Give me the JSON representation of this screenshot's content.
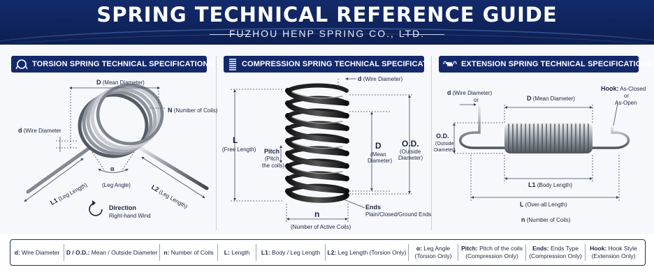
{
  "header": {
    "title": "SPRING TECHNICAL REFERENCE GUIDE",
    "subtitle": "FUZHOU HENP SPRING CO., LTD."
  },
  "colors": {
    "navy": "#14296a",
    "header_bg": "#0d1f52",
    "dim_line": "#3a4668"
  },
  "sections": {
    "torsion": {
      "heading": "TORSION SPRING TECHNICAL SPECIFICATIONS",
      "icon": "torsion-spring-icon",
      "labels": {
        "d_mean_top": "D",
        "d_mean_top_desc": "(Mean Diameter)",
        "n": "N",
        "n_desc": "(Number of Coils)",
        "d_wire": "d",
        "d_wire_desc": "(Wire Diameter",
        "alpha": "α",
        "leg_angle": "(Leg Angle)",
        "l1": "L1",
        "l1_desc": "(Leg Length)",
        "l2": "L2",
        "l2_desc": "(Leg Length)",
        "direction": "Direction",
        "direction_desc": "Right-hand Wind"
      }
    },
    "compression": {
      "heading": "COMPRESSION SPRING TECHNICAL SPECIFICATIONS",
      "icon": "compression-spring-icon",
      "labels": {
        "d_wire": "d",
        "d_wire_desc": "(Wire Diameter)",
        "l": "L",
        "l_desc": "(Free Length)",
        "pitch": "Pitch",
        "pitch_desc1": "(Pitch",
        "pitch_desc2": "the coils)",
        "d_mean": "D",
        "d_mean_desc1": "(Mean",
        "d_mean_desc2": "Diameter)",
        "od": "O.D.",
        "od_desc1": "(Outside",
        "od_desc2": "Diameter)",
        "n": "n",
        "n_desc": "(Number of Active Coils)",
        "ends": "Ends",
        "ends_desc": "Plain/Closed/Ground Ends"
      }
    },
    "extension": {
      "heading": "EXTENSION SPRING TECHNICAL SPECIFICATIONS",
      "icon": "extension-spring-icon",
      "labels": {
        "d_wire": "d",
        "d_wire_desc": "(Wire Diameter)",
        "or": "or",
        "d_mean": "D",
        "d_mean_desc": "(Mean Diameter)",
        "hook": "Hook:",
        "hook_desc1": "As-Closed",
        "hook_or": "or",
        "hook_desc2": "As-Open",
        "od": "O.D.",
        "od_desc1": "(Outside",
        "od_desc2": "Diameter)",
        "l1": "L1",
        "l1_desc": "(Body Length)",
        "l": "L",
        "l_desc": "(Over-all Length)",
        "n": "n",
        "n_desc": "(Number of Coils)"
      }
    }
  },
  "legend": [
    {
      "key": "d:",
      "line1": "Wire Diameter",
      "line2": ""
    },
    {
      "key": "D / O.D.:",
      "line1": "Mean / Outside Diameter",
      "line2": ""
    },
    {
      "key": "n:",
      "line1": "Number of Coils",
      "line2": ""
    },
    {
      "key": "L:",
      "line1": "Length",
      "line2": ""
    },
    {
      "key": "L1:",
      "line1": "Body / Leg Length",
      "line2": ""
    },
    {
      "key": "L2:",
      "line1": "Leg Length (Torsion Only)",
      "line2": ""
    },
    {
      "key": "α:",
      "line1": "Leg Angle",
      "line2": "(Torsion Only)"
    },
    {
      "key": "Pitch:",
      "line1": "Pitch of the coils",
      "line2": "(Compression Only)"
    },
    {
      "key": "Ends:",
      "line1": "Ends Type",
      "line2": "(Compression Only)"
    },
    {
      "key": "Hook:",
      "line1": "Hook Style",
      "line2": "(Extension Only)"
    }
  ]
}
